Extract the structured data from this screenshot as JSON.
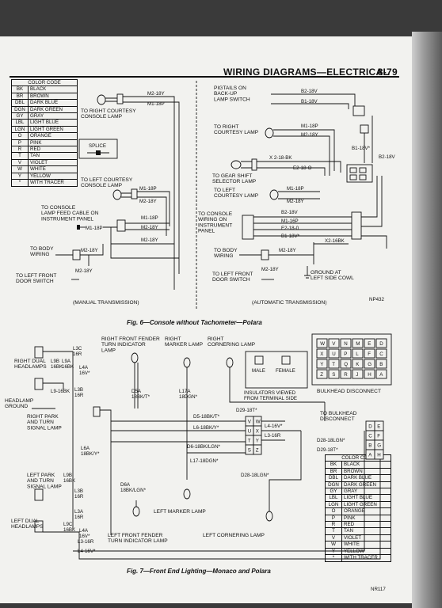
{
  "header": {
    "title": "WIRING DIAGRAMS—ELECTRICAL",
    "page": "8-79"
  },
  "color_code": {
    "title": "COLOR CODE",
    "rows": [
      [
        "BK",
        "BLACK"
      ],
      [
        "BR",
        "BROWN"
      ],
      [
        "DBL",
        "DARK BLUE"
      ],
      [
        "DGN",
        "DARK GREEN"
      ],
      [
        "GY",
        "GRAY"
      ],
      [
        "LBL",
        "LIGHT BLUE"
      ],
      [
        "LGN",
        "LIGHT GREEN"
      ],
      [
        "O",
        "ORANGE"
      ],
      [
        "P",
        "PINK"
      ],
      [
        "R",
        "RED"
      ],
      [
        "T",
        "TAN"
      ],
      [
        "V",
        "VIOLET"
      ],
      [
        "W",
        "WHITE"
      ],
      [
        "Y",
        "YELLOW"
      ],
      [
        "*",
        "WITH TRACER"
      ]
    ]
  },
  "fig6": {
    "caption": "Fig. 6—Console without Tachometer—Polara",
    "ref": "NP432",
    "manual": {
      "title": "(MANUAL TRANSMISSION)",
      "lamp_right": "TO RIGHT COURTESY\nCONSOLE LAMP",
      "lamp_left": "TO LEFT COURTESY\nCONSOLE LAMP",
      "feed": "TO CONSOLE\nLAMP FEED CABLE ON\nINSTRUMENT PANEL",
      "body": "TO BODY\nWIRING",
      "door": "TO LEFT FRONT\nDOOR SWITCH",
      "splice": "SPLICE",
      "w_m2_top": "M2-18Y",
      "w_m1_top": "M1-18P",
      "w_m1_left": "M1-18P",
      "w_m2_left": "M2-18Y",
      "w_m1_feed": "M1-18P",
      "w_m1_a": "M1-18P",
      "w_m2_a": "M2-18Y",
      "w_m2_b": "M2-18Y",
      "w_m2_body": "M2-18Y",
      "w_m2_door": "M2-18Y"
    },
    "auto": {
      "title": "(AUTOMATIC TRANSMISSION)",
      "pigtails": "PIGTAILS ON\nBACK-UP\nLAMP SWITCH",
      "right_lamp": "TO RIGHT\nCOURTESY LAMP",
      "gear": "TO GEAR SHIFT\nSELECTOR LAMP",
      "left_lamp": "TO LEFT\nCOURTESY LAMP",
      "console": "TO CONSOLE\nWIRING ON\nINSTRUMENT\nPANEL",
      "body": "TO BODY\nWIRING",
      "door": "TO LEFT FRONT\nDOOR SWITCH",
      "ground": "GROUND AT\nLEFT SIDE COWL",
      "w_b2": "B2-18V",
      "w_b1": "B1-18V",
      "w_m1": "M1-18P",
      "w_m2": "M2-18Y",
      "w_b1v": "B1-18V*",
      "w_b2v": "B2-18V",
      "w_x2": "X 2-18-BK",
      "w_e2": "E2-18-O",
      "w_m1b": "M1-18P",
      "w_m2b": "M2-18Y",
      "w_b2c": "B2-18V",
      "w_m1c": "M1-16P",
      "w_e2c": "E2-18-0",
      "w_b1c": "B1-18V*",
      "w_x2c": "X2-16BK",
      "w_m2c": "M2-18Y",
      "w_m2d": "M2-18Y"
    }
  },
  "fig7": {
    "caption": "Fig. 7—Front End Lighting—Monaco and Polara",
    "ref": "NR117",
    "labels": {
      "right_dual": "RIGHT DUAL\nHEADLAMPS",
      "headlamp_ground": "HEADLAMP\nGROUND",
      "right_park": "RIGHT PARK\nAND TURN\nSIGNAL LAMP",
      "left_park": "LEFT PARK\nAND TURN\nSIGNAL LAMP",
      "left_dual": "LEFT DUAL\nHEADLAMPS",
      "right_fender": "RIGHT FRONT FENDER\nTURN INDICATOR\nLAMP",
      "right_marker": "RIGHT\nMARKER LAMP",
      "right_corner": "RIGHT\nCORNERING LAMP",
      "insulators": "INSULATORS VIEWED\nFROM TERMINAL SIDE",
      "male": "MALE",
      "female": "FEMALE",
      "bulkhead": "BULKHEAD DISCONNECT",
      "to_bulkhead": "TO BULKHEAD\nDISCONNECT",
      "left_marker": "LEFT MARKER LAMP",
      "left_fender": "LEFT FRONT FENDER\nTURN INDICATOR LAMP",
      "left_corner": "LEFT CORNERING LAMP"
    },
    "wires": {
      "l3c": "L3C\n16R",
      "l9b": "L9B\n16BK",
      "l9a": "L9A\n16BK",
      "l4a": "L4A\n16V*",
      "l9_168k": "L9-16BK",
      "l3b": "L3B\n16R",
      "d5a": "D5A\n18BK/T*",
      "l17a": "L17A\n18DGN*",
      "d29": "D29-18T*",
      "d5": "D5-18BK/T*",
      "l6": "L6-18BK/Y*",
      "l4": "L4-16V*",
      "l3": "L3-16R",
      "d6": "D6-18BK/LGN*",
      "l17": "L17-18DGN*",
      "d28": "D28-18LGN*",
      "l6a": "L6A\n18BK/Y*",
      "d6a": "D6A\n18BK/LGN*",
      "l9b2": "L9B\n16BK",
      "l3b2": "L3B\n16R",
      "l3a": "L3A\n16R",
      "l9c": "L9C\n16BK",
      "l4a2": "L4A\n16V*",
      "l3_16r": "L3-16R",
      "l4_16v": "L4-16V*",
      "d28b": "D28-18LGN*",
      "d29b": "D29-18T*"
    },
    "terminals_small": [
      "V",
      "W",
      "U",
      "X",
      "T",
      "Y",
      "S",
      "Z"
    ],
    "terminals_right": [
      "D",
      "E",
      "C",
      "F",
      "B",
      "G",
      "A",
      "H"
    ],
    "bulkhead_grid": [
      [
        "W",
        "V",
        "N",
        "M",
        "E",
        "D"
      ],
      [
        "X",
        "U",
        "P",
        "L",
        "F",
        "C"
      ],
      [
        "Y",
        "T",
        "Q",
        "K",
        "G",
        "B"
      ],
      [
        "Z",
        "S",
        "R",
        "J",
        "H",
        "A"
      ]
    ]
  }
}
